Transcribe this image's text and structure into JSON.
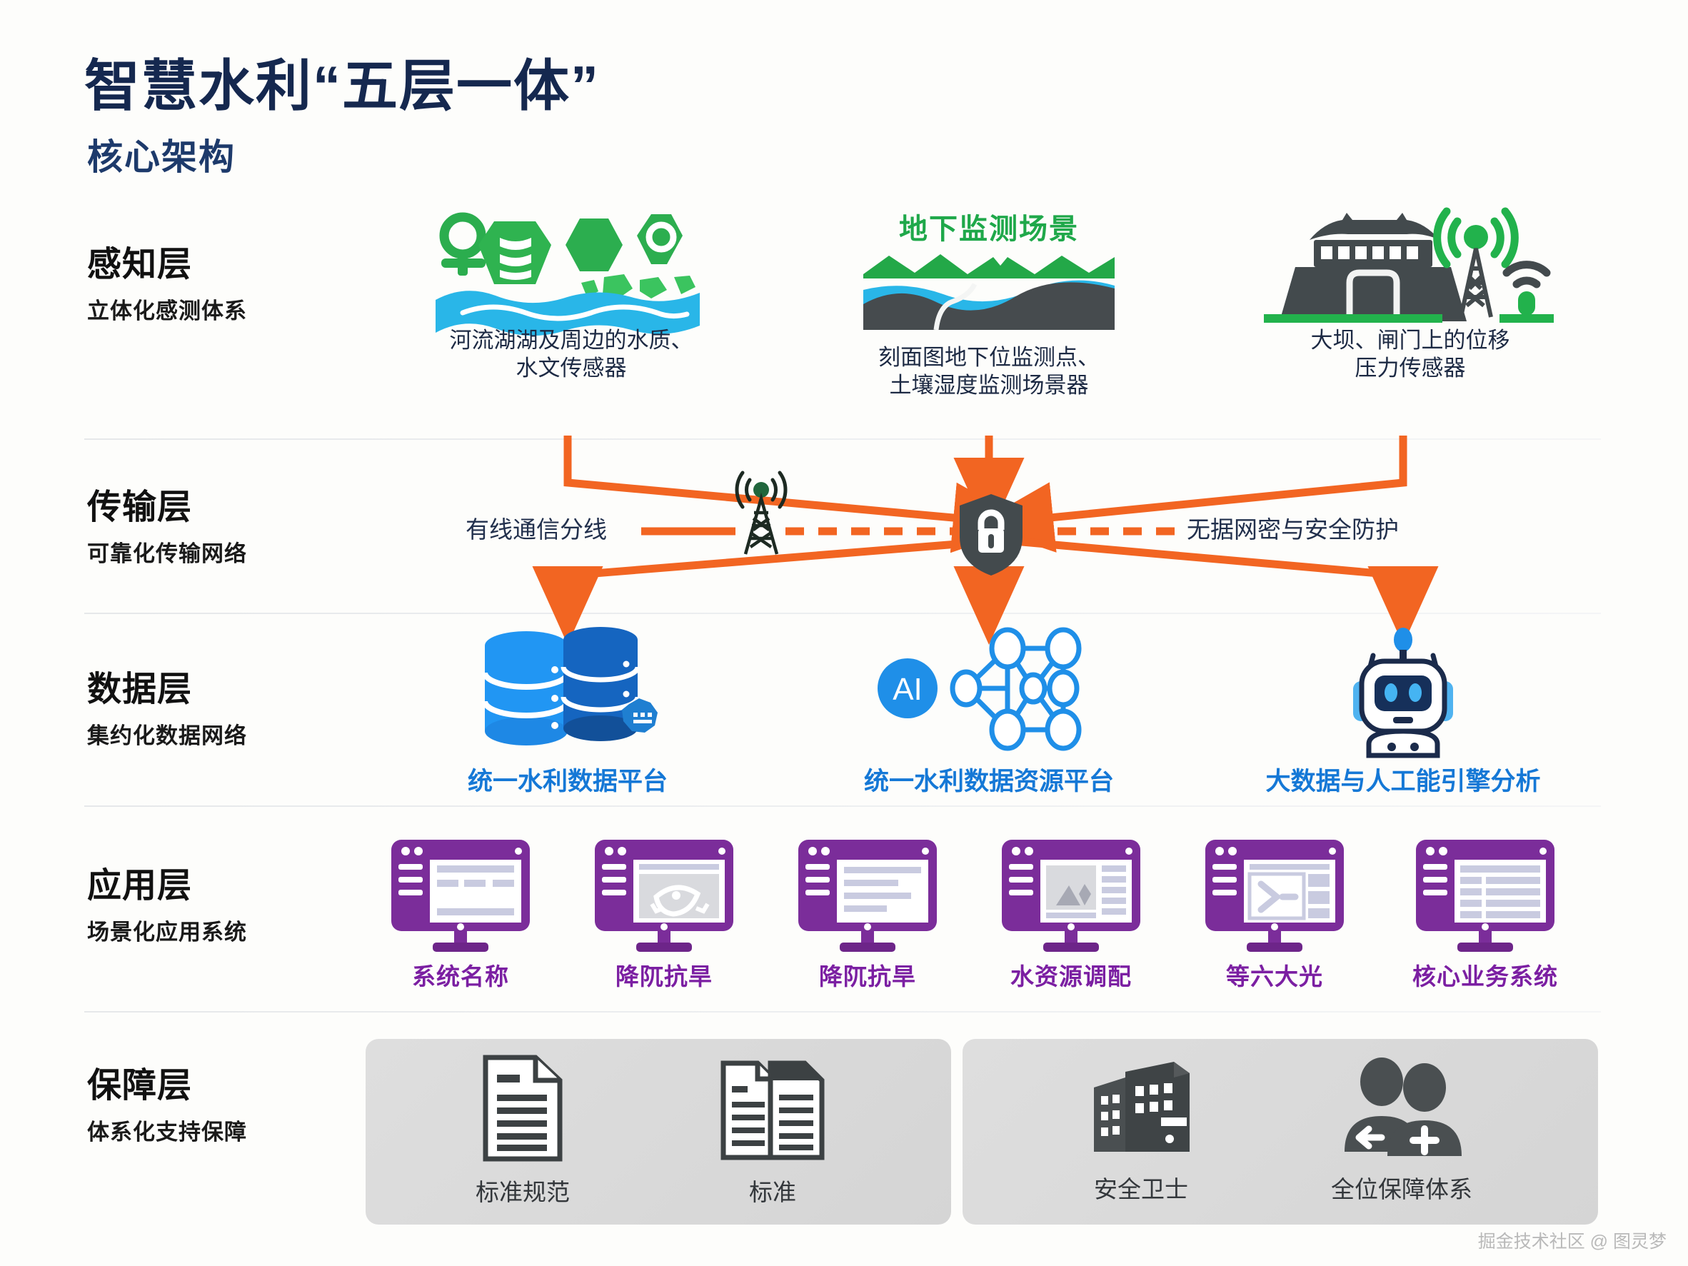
{
  "title": {
    "main": "智慧水利“五层一体”",
    "sub": "核心架构"
  },
  "colors": {
    "title_navy": "#15284f",
    "green": "#1fa84a",
    "green_light": "#3cc75e",
    "water_blue": "#29b6e8",
    "orange": "#f26522",
    "blue": "#1578d6",
    "purple": "#7b1fa2",
    "dark_gray": "#434a4d",
    "box_gray": "#dcdcdc"
  },
  "layers": [
    {
      "name": "感知层",
      "desc": "立体化感测体系"
    },
    {
      "name": "传输层",
      "desc": "可靠化传输网络"
    },
    {
      "name": "数据层",
      "desc": "集约化数据网络"
    },
    {
      "name": "应用层",
      "desc": "场景化应用系统"
    },
    {
      "name": "保障层",
      "desc": "体系化支持保障"
    }
  ],
  "sensing": {
    "items": [
      {
        "icon": "river-water-sensor-icon",
        "caption": "河流湖湖及周边的水质、\n水文传感器"
      },
      {
        "icon": "underground-monitor-icon",
        "title": "地下监测场景",
        "caption": "刻面图地下位监测点、\n土壤湿度监测场景器"
      },
      {
        "icon": "dam-gate-sensor-icon",
        "caption": "大坝、闸门上的位移\n压力传感器"
      }
    ]
  },
  "transmission": {
    "left_label": "有线通信分线",
    "right_label": "无据网密与安全防护",
    "tower_icon": "radio-tower-icon",
    "shield_icon": "shield-lock-icon"
  },
  "data_layer": {
    "items": [
      {
        "icon": "database-stack-icon",
        "label": "统一水利数据平台"
      },
      {
        "icon": "ai-neural-network-icon",
        "badge": "AI",
        "label": "统一水利数据资源平台"
      },
      {
        "icon": "robot-icon",
        "label": "大数据与人工能引擎分析"
      }
    ]
  },
  "application": {
    "items": [
      {
        "icon": "monitor-list-icon",
        "label": "系统名称"
      },
      {
        "icon": "monitor-eye-icon",
        "label": "降阢抗旱"
      },
      {
        "icon": "monitor-text-icon",
        "label": "降阢抗旱"
      },
      {
        "icon": "monitor-image-icon",
        "label": "水资源调配"
      },
      {
        "icon": "monitor-terminal-icon",
        "label": "等六大光"
      },
      {
        "icon": "monitor-table-icon",
        "label": "核心业务系统"
      }
    ]
  },
  "support": {
    "groups": [
      {
        "items": [
          {
            "icon": "document-icon",
            "label": "标准规范"
          },
          {
            "icon": "documents-pair-icon",
            "label": "标准"
          }
        ]
      },
      {
        "items": [
          {
            "icon": "building-icon",
            "label": "安全卫士"
          },
          {
            "icon": "people-icon",
            "label": "全位保障体系"
          }
        ]
      }
    ]
  },
  "watermark": "掘金技术社区 @ 图灵梦"
}
